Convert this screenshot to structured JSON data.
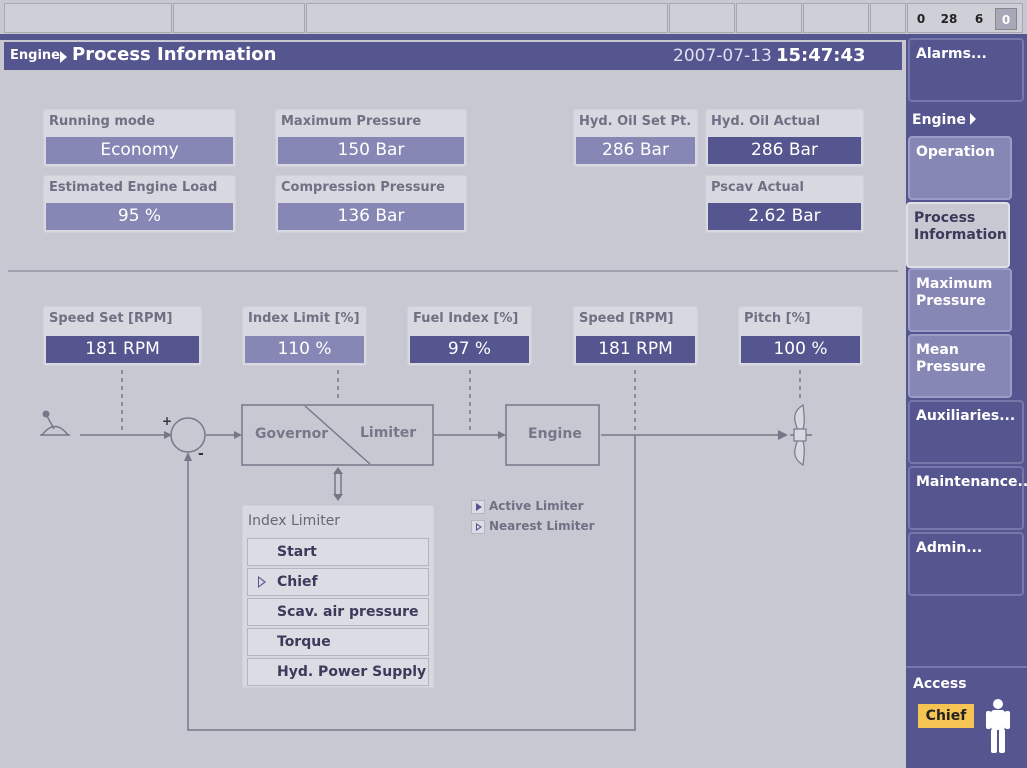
{
  "topbar": {
    "counters": [
      {
        "value": "0",
        "kind": "plain"
      },
      {
        "value": "28",
        "kind": "warning"
      },
      {
        "value": "6",
        "kind": "plain"
      },
      {
        "value": "0",
        "kind": "box"
      }
    ]
  },
  "header": {
    "breadcrumb": "Engine",
    "title": "Process Information",
    "date": "2007-07-13",
    "time": "15:47:43"
  },
  "status_cards": {
    "running_mode": {
      "label": "Running mode",
      "value": "Economy"
    },
    "estimated_engine_load": {
      "label": "Estimated Engine Load",
      "value": "95 %"
    },
    "maximum_pressure": {
      "label": "Maximum Pressure",
      "value": "150 Bar"
    },
    "compression_pressure": {
      "label": "Compression Pressure",
      "value": "136 Bar"
    },
    "hyd_oil_set_pt": {
      "label": "Hyd. Oil Set Pt.",
      "value": "286 Bar"
    },
    "hyd_oil_actual": {
      "label": "Hyd. Oil Actual",
      "value": "286 Bar"
    },
    "pscav_actual": {
      "label": "Pscav Actual",
      "value": "2.62 Bar"
    }
  },
  "control_cards": {
    "speed_set": {
      "label": "Speed Set [RPM]",
      "value": "181 RPM"
    },
    "index_limit": {
      "label": "Index Limit [%]",
      "value": "110 %"
    },
    "fuel_index": {
      "label": "Fuel Index [%]",
      "value": "97 %"
    },
    "speed": {
      "label": "Speed [RPM]",
      "value": "181 RPM"
    },
    "pitch": {
      "label": "Pitch [%]",
      "value": "100 %"
    }
  },
  "diagram": {
    "governor": "Governor",
    "limiter": "Limiter",
    "engine": "Engine",
    "plus": "+",
    "minus": "-"
  },
  "index_limiter": {
    "title": "Index Limiter",
    "items": [
      {
        "label": "Start",
        "marker": false
      },
      {
        "label": "Chief",
        "marker": true
      },
      {
        "label": "Scav. air pressure",
        "marker": false
      },
      {
        "label": "Torque",
        "marker": false
      },
      {
        "label": "Hyd. Power Supply",
        "marker": false
      }
    ]
  },
  "legend": {
    "active": "Active Limiter",
    "nearest": "Nearest Limiter"
  },
  "sidebar": {
    "alarms": "Alarms...",
    "engine_head": "Engine",
    "operation": "Operation",
    "process_information": "Process Information",
    "maximum_pressure": "Maximum Pressure",
    "mean_pressure": "Mean Pressure",
    "auxiliaries": "Auxiliaries...",
    "maintenance": "Maintenance...",
    "admin": "Admin...",
    "access_label": "Access",
    "access_user": "Chief"
  }
}
